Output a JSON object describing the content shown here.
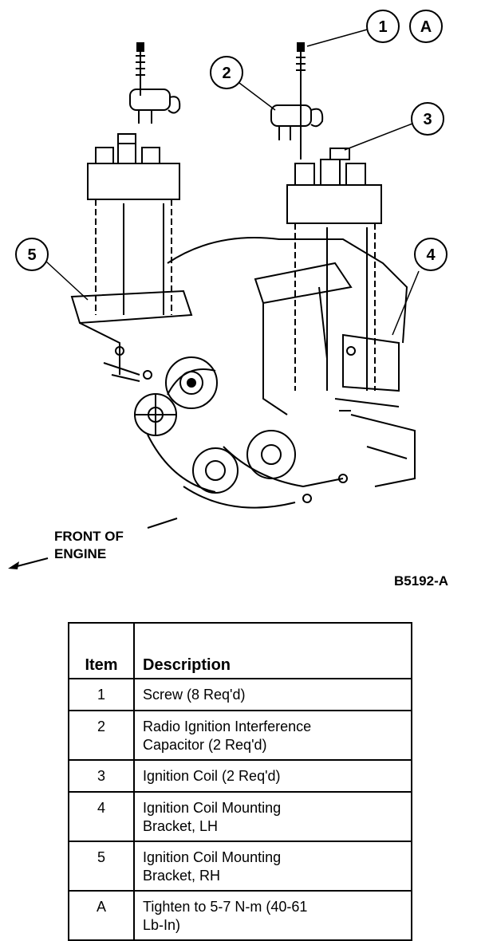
{
  "diagram": {
    "callouts": [
      "1",
      "A",
      "2",
      "3",
      "5",
      "4"
    ],
    "front_label_line1": "FRONT OF",
    "front_label_line2": "ENGINE",
    "figure_id": "B5192-A"
  },
  "parts_table": {
    "headers": {
      "item": "Item",
      "description": "Description"
    },
    "rows": [
      {
        "item": "1",
        "line1": "Screw (8 Req'd)",
        "line2": ""
      },
      {
        "item": "2",
        "line1": "Radio Ignition Interference",
        "line2": "Capacitor (2 Req'd)"
      },
      {
        "item": "3",
        "line1": "Ignition Coil (2 Req'd)",
        "line2": ""
      },
      {
        "item": "4",
        "line1": "Ignition Coil Mounting",
        "line2": "Bracket, LH"
      },
      {
        "item": "5",
        "line1": "Ignition Coil Mounting",
        "line2": "Bracket, RH"
      },
      {
        "item": "A",
        "line1": "Tighten to 5-7 N-m (40-61",
        "line2": "Lb-In)"
      }
    ]
  }
}
